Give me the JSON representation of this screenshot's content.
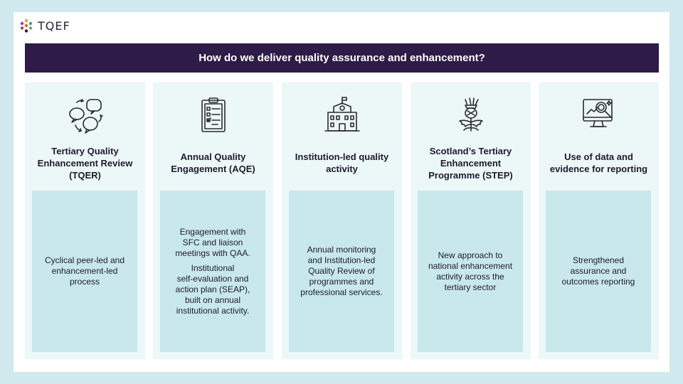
{
  "brand": {
    "name": "TQEF",
    "colors": [
      "#2e1b47",
      "#c8e8ec",
      "#ecf7f8"
    ]
  },
  "banner": {
    "title": "How do we deliver quality assurance and enhancement?"
  },
  "columns": [
    {
      "icon": "speech-bubbles-icon",
      "title": "Tertiary Quality\nEnhancement Review\n(TQER)",
      "body": [
        "Cyclical peer-led and\nenhancement-led\nprocess"
      ]
    },
    {
      "icon": "clipboard-checklist-icon",
      "title": "Annual Quality\nEngagement (AQE)",
      "body": [
        "Engagement with\nSFC and liaison\nmeetings with QAA.",
        "Institutional\nself-evaluation and\naction plan (SEAP),\nbuilt on annual\ninstitutional activity."
      ]
    },
    {
      "icon": "institution-building-icon",
      "title": "Institution-led quality\nactivity",
      "body": [
        "Annual monitoring\nand Institution-led\nQuality Review of\nprogrammes and\nprofessional services."
      ]
    },
    {
      "icon": "thistle-icon",
      "title": "Scotland’s Tertiary\nEnhancement\nProgramme (STEP)",
      "body": [
        "New approach to\nnational enhancement\nactivity across the\ntertiary sector"
      ]
    },
    {
      "icon": "monitor-magnifier-icon",
      "title": "Use of data and\nevidence for reporting",
      "body": [
        "Strengthened\nassurance and\noutcomes reporting"
      ]
    }
  ]
}
